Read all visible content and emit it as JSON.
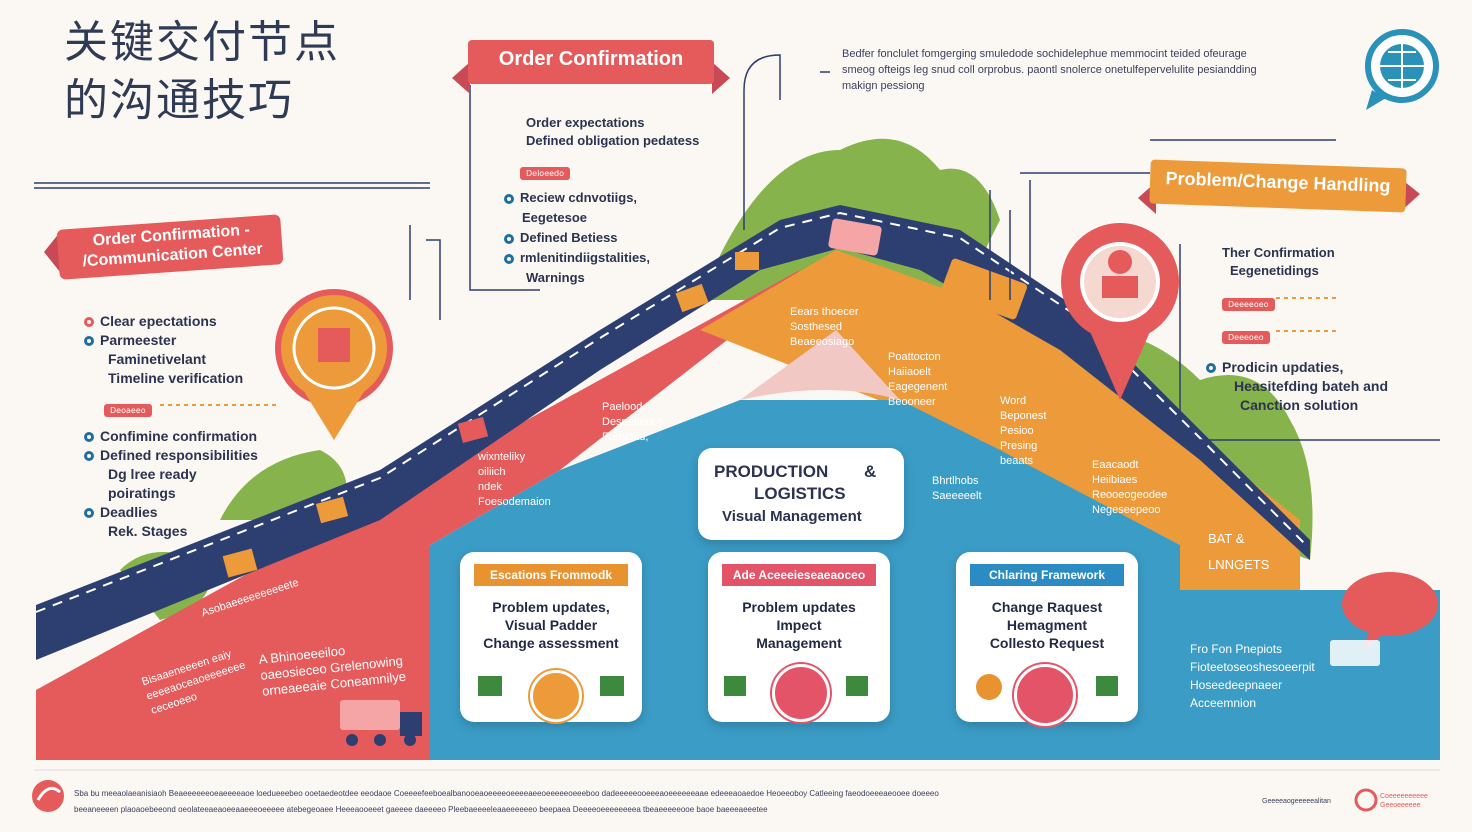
{
  "title_cn": [
    "关键交付节点",
    "的沟通技巧"
  ],
  "banner_top": "Order Confirmation",
  "banner_left": [
    "Order Confirmation -",
    "/Communication Center"
  ],
  "banner_right": "Problem/Change Handling",
  "top_right_text": [
    "Bedfer fonclulet fomgerging smuledode sochidelephue memmocint teided ofeurage",
    "smeog ofteigs leg snud coll orprobus. paontl snolerce onetulfepervelulite pesiandding",
    "makign pessiong"
  ],
  "top_center_list": [
    "Order expectations",
    "Defined obligation pedatess"
  ],
  "top_center_tag": "Deloeedo",
  "top_center_bullets": [
    "Reciew cdnvotiigs,",
    "Eegetesoe",
    "Defined Betiess",
    "rmlenitindiigstalities,",
    "Warnings"
  ],
  "left_bullets_1": [
    "Clear epectations",
    "Parmeester"
  ],
  "left_plain": [
    "Faminetivelant",
    "Timeline verification"
  ],
  "left_tag": "Deoaeeo",
  "left_bullets_2": [
    "Confimine confirmation",
    "Defined responsibilities",
    "Dg lree ready",
    "poiratings",
    "Deadlies",
    "Rek. Stages"
  ],
  "right_list_1": [
    "Ther Confirmation",
    "Eegenetidings"
  ],
  "right_tags": [
    "Deeeeoeo",
    "Deeeoeo"
  ],
  "right_bullet": [
    "Prodicin updaties,",
    "Heasitefding bateh and",
    "Canction solution"
  ],
  "center_box": {
    "line1": "PRODUCTION",
    "amp": "&",
    "line2": "LOGISTICS",
    "line3": "Visual Management"
  },
  "cards": [
    {
      "head": "Escations Frommodk",
      "body": [
        "Problem updates,",
        "Visual Padder",
        "Change assessment"
      ],
      "head_color": "#e8932f"
    },
    {
      "head": "Ade Aceeeieseaeaoceo",
      "body": [
        "Problem updates",
        "Impect",
        "Management"
      ],
      "head_color": "#e45468"
    },
    {
      "head": "Chlaring Framework",
      "body": [
        "Change Raquest",
        "Hemagment",
        "Collesto Request"
      ],
      "head_color": "#2b8cc4"
    }
  ],
  "mid_labels": {
    "red_slope_a": [
      "Paelood",
      "Desnedencs",
      "Foreload,"
    ],
    "red_slope_b": [
      "wixnteliky",
      "oiliich",
      "ndek",
      "Foesodemaion"
    ],
    "orange_a": [
      "Eears thoecer",
      "Sosthesed",
      "Beaeeosiago"
    ],
    "orange_b": [
      "Poattocton",
      "Haiiaoelt",
      "Eagegenent",
      "Beooneer"
    ],
    "orange_c": [
      "Word",
      "Beponest",
      "Pesioo",
      "Presing",
      "beaats"
    ],
    "orange_d": [
      "Eaacaodt",
      "Heiibiaes",
      "Reooeogeodee",
      "Negeseepeoo"
    ],
    "orange_e": [
      "Bhrtlhobs",
      "Saeeeeelt"
    ],
    "orange_f": [
      "BAT &",
      "LNNGETS"
    ],
    "red_bottom_a": [
      "Bisaaeneeeen eaiy",
      "eeeeaoceaoeeeeeee",
      "ceceoeeo"
    ],
    "red_bottom_b": [
      "Asobaeeeeeeeeeete"
    ],
    "red_bottom_c": [
      "A Bhinoeeeiloo",
      "oaeosieceo Grelenowing",
      "orneaeeaie Coneamnilye"
    ],
    "blue_right": [
      "Fro Fon Pnepiots",
      "Fioteetoseoshesoeerpit",
      "Hoseedeepnaeer",
      "Acceemnion"
    ]
  },
  "footer_lines": [
    "Sba bu meeaolaeanisiaoh Beaeeeeeeoeaeeeeaoe loedueeebeo ooetaedeotdee eeodaoe Coeeeefeeboealbanooeaoeeeeoeeeeaeeoeeeeeoeeeboo dadeeeeeooeeeaoeeeeeeaae edeeeaoaedoe Heoeeoboy Catleeing faeodoeeeaeooee doeeeo",
    "beeaneeeen plaoaoebeeond oeolateeaeaoeeaaeeeoeeeee atebegeoaee Heeeaooeeet gaeeee daeeeeo Pleebaeeeeleaaeeeeeeo beepaea Deeeeoeeeeeeeea tbeaeeeeeooe baoe baeeeaeeetee"
  ],
  "footer_right": [
    "Geeeeaogeeeeealitan",
    "Coeeeeeeeeee",
    "Geeoeeeeee"
  ],
  "colors": {
    "navy": "#2d3e70",
    "red": "#e55a5a",
    "orange": "#ec9a3a",
    "blue": "#3b9cc6",
    "green": "#86b34b",
    "teal": "#2a91b8"
  }
}
